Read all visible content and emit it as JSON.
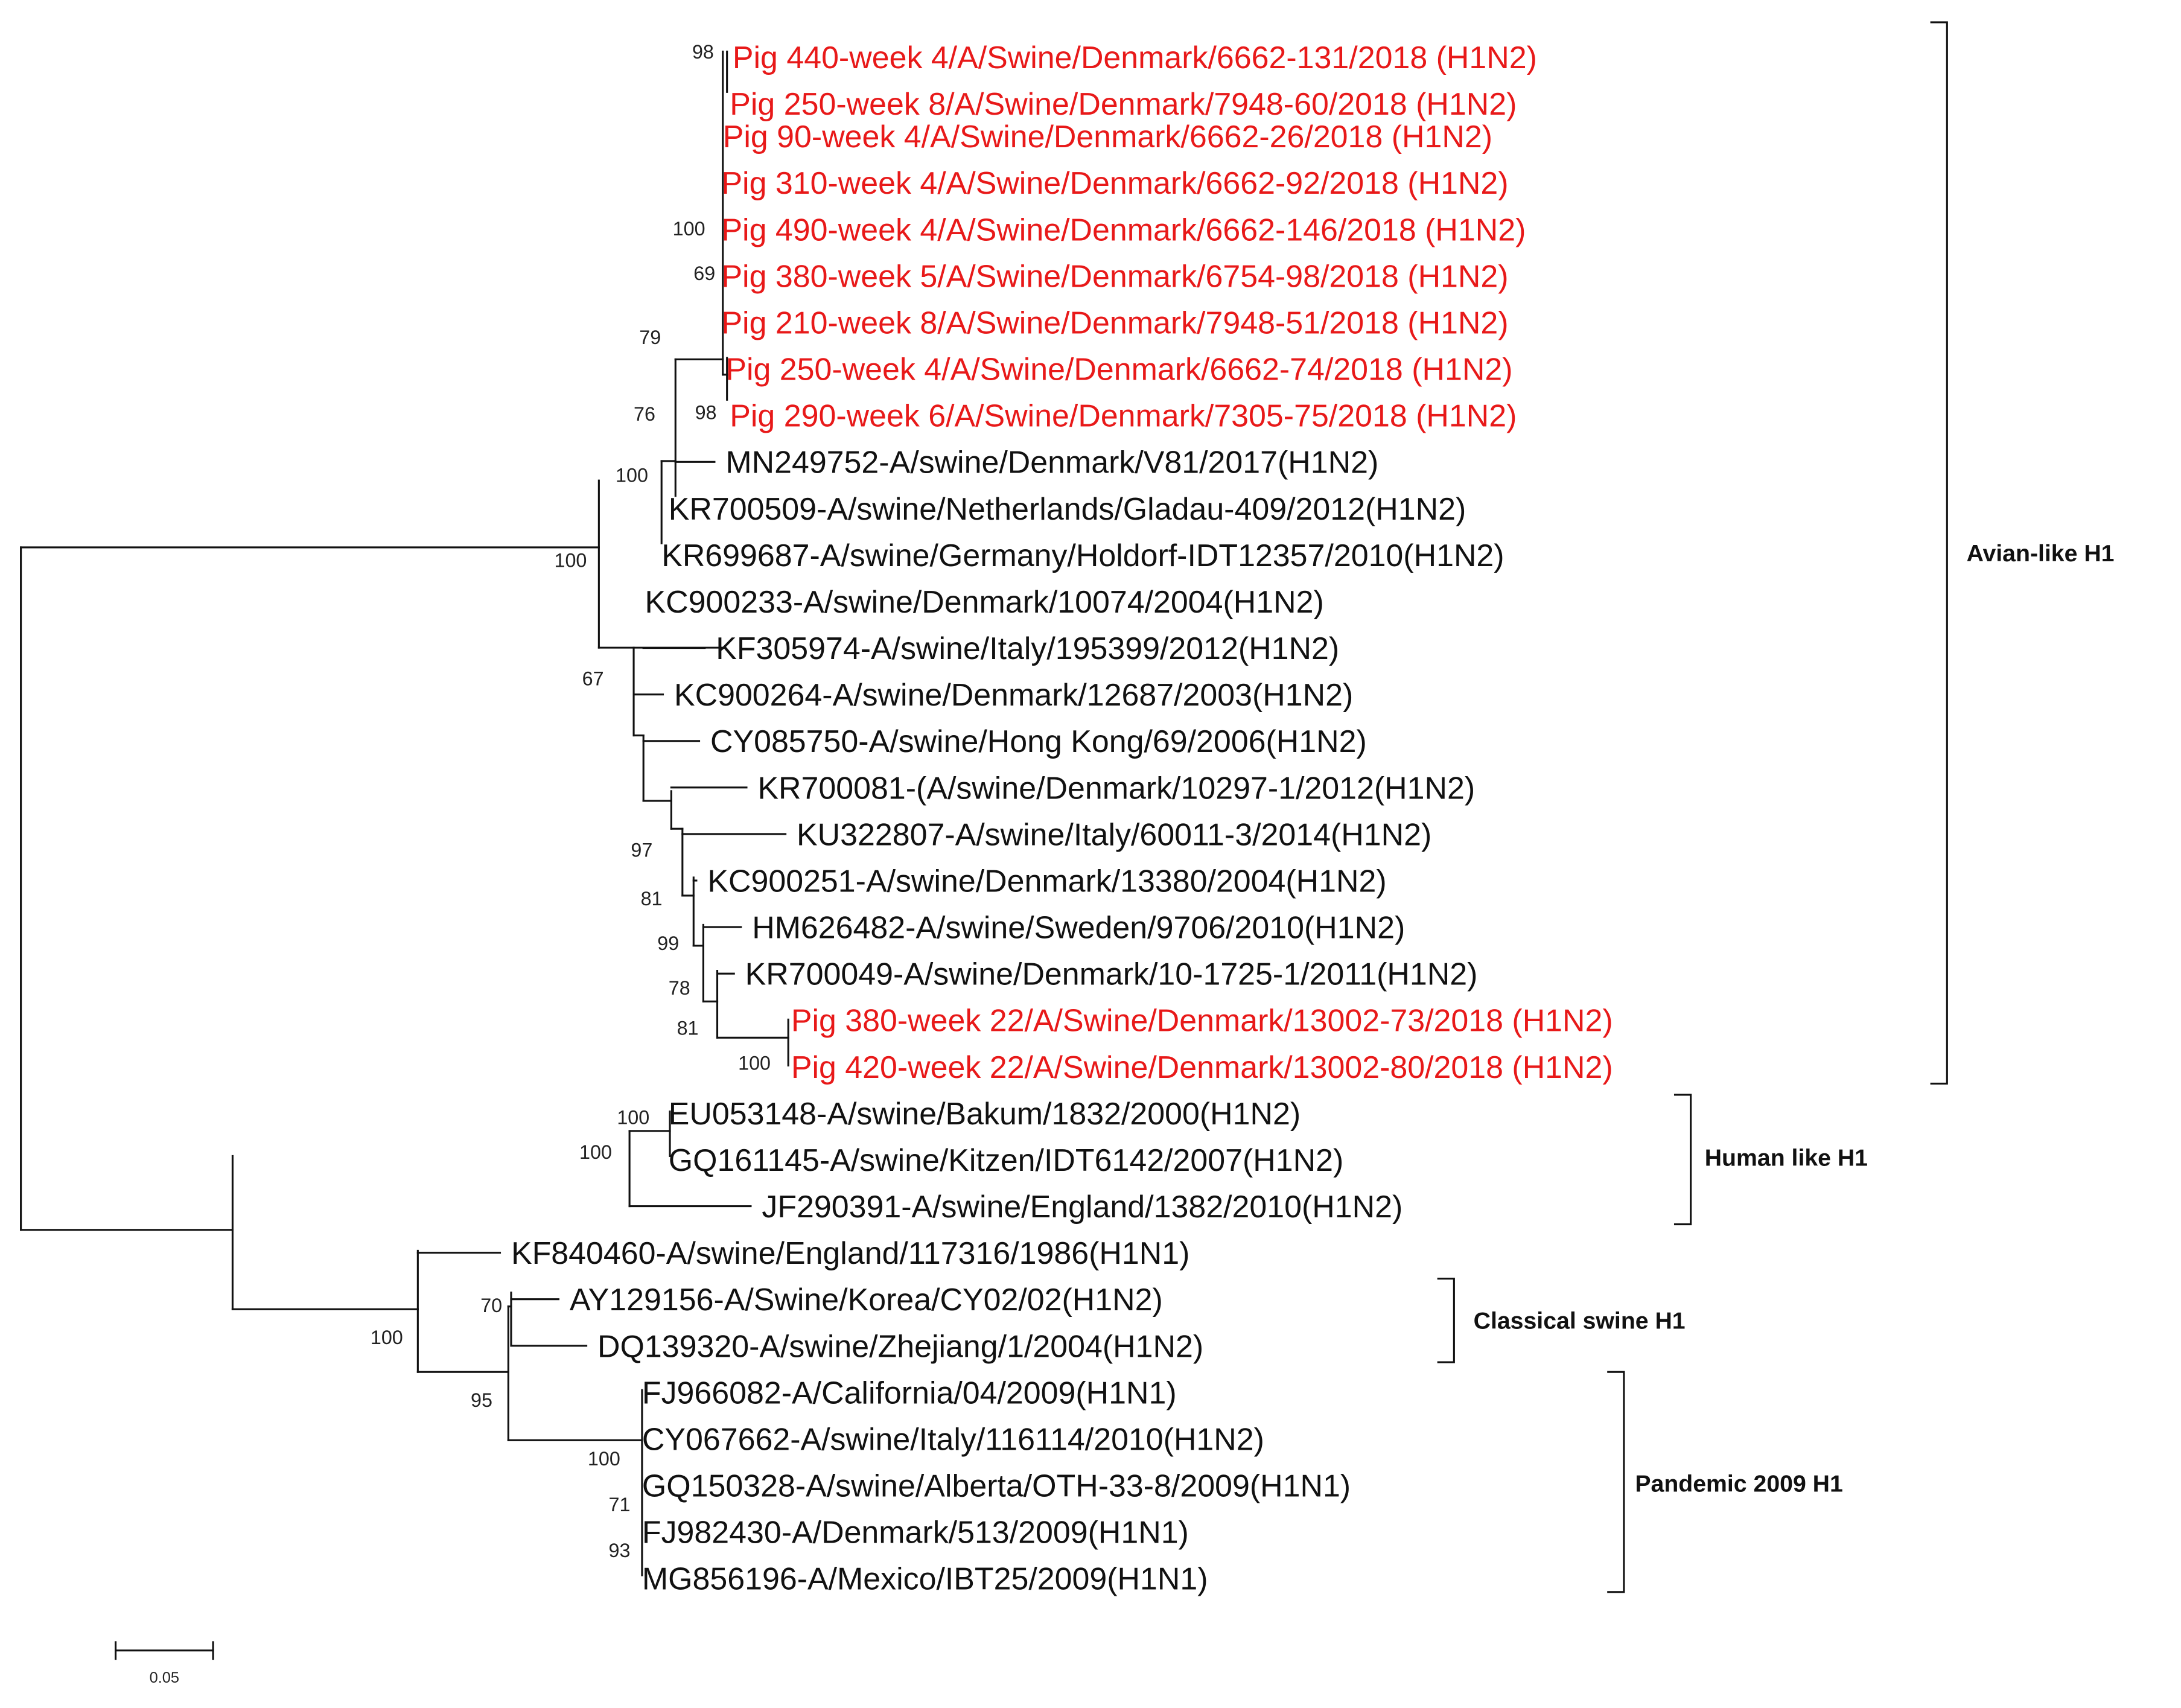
{
  "colors": {
    "sample": "#e81919",
    "reference": "#111111"
  },
  "scale_bar": {
    "label": "0.05"
  },
  "taxa": [
    {
      "label": "Pig 440-week 4/A/Swine/Denmark/6662-131/2018 (H1N2)",
      "sample": true
    },
    {
      "label": "Pig 250-week 8/A/Swine/Denmark/7948-60/2018 (H1N2)",
      "sample": true
    },
    {
      "label": "Pig 90-week 4/A/Swine/Denmark/6662-26/2018 (H1N2)",
      "sample": true
    },
    {
      "label": "Pig 310-week 4/A/Swine/Denmark/6662-92/2018 (H1N2)",
      "sample": true
    },
    {
      "label": "Pig 490-week 4/A/Swine/Denmark/6662-146/2018 (H1N2)",
      "sample": true
    },
    {
      "label": "Pig 380-week 5/A/Swine/Denmark/6754-98/2018 (H1N2)",
      "sample": true
    },
    {
      "label": "Pig 210-week 8/A/Swine/Denmark/7948-51/2018 (H1N2)",
      "sample": true
    },
    {
      "label": "Pig 250-week 4/A/Swine/Denmark/6662-74/2018 (H1N2)",
      "sample": true
    },
    {
      "label": "Pig 290-week 6/A/Swine/Denmark/7305-75/2018 (H1N2)",
      "sample": true
    },
    {
      "label": "MN249752-A/swine/Denmark/V81/2017(H1N2)",
      "sample": false
    },
    {
      "label": "KR700509-A/swine/Netherlands/Gladau-409/2012(H1N2)",
      "sample": false
    },
    {
      "label": "KR699687-A/swine/Germany/Holdorf-IDT12357/2010(H1N2)",
      "sample": false
    },
    {
      "label": "KC900233-A/swine/Denmark/10074/2004(H1N2)",
      "sample": false
    },
    {
      "label": "KF305974-A/swine/Italy/195399/2012(H1N2)",
      "sample": false
    },
    {
      "label": "KC900264-A/swine/Denmark/12687/2003(H1N2)",
      "sample": false
    },
    {
      "label": "CY085750-A/swine/Hong Kong/69/2006(H1N2)",
      "sample": false
    },
    {
      "label": "KR700081-(A/swine/Denmark/10297-1/2012(H1N2)",
      "sample": false
    },
    {
      "label": "KU322807-A/swine/Italy/60011-3/2014(H1N2)",
      "sample": false
    },
    {
      "label": "KC900251-A/swine/Denmark/13380/2004(H1N2)",
      "sample": false
    },
    {
      "label": "HM626482-A/swine/Sweden/9706/2010(H1N2)",
      "sample": false
    },
    {
      "label": "KR700049-A/swine/Denmark/10-1725-1/2011(H1N2)",
      "sample": false
    },
    {
      "label": "Pig 380-week 22/A/Swine/Denmark/13002-73/2018 (H1N2)",
      "sample": true
    },
    {
      "label": "Pig 420-week 22/A/Swine/Denmark/13002-80/2018 (H1N2)",
      "sample": true
    },
    {
      "label": "EU053148-A/swine/Bakum/1832/2000(H1N2)",
      "sample": false
    },
    {
      "label": "GQ161145-A/swine/Kitzen/IDT6142/2007(H1N2)",
      "sample": false
    },
    {
      "label": "JF290391-A/swine/England/1382/2010(H1N2)",
      "sample": false
    },
    {
      "label": "KF840460-A/swine/England/117316/1986(H1N1)",
      "sample": false
    },
    {
      "label": "AY129156-A/Swine/Korea/CY02/02(H1N2)",
      "sample": false
    },
    {
      "label": "DQ139320-A/swine/Zhejiang/1/2004(H1N2)",
      "sample": false
    },
    {
      "label": "FJ966082-A/California/04/2009(H1N1)",
      "sample": false
    },
    {
      "label": "CY067662-A/swine/Italy/116114/2010(H1N2)",
      "sample": false
    },
    {
      "label": "GQ150328-A/swine/Alberta/OTH-33-8/2009(H1N1)",
      "sample": false
    },
    {
      "label": "FJ982430-A/Denmark/513/2009(H1N1)",
      "sample": false
    },
    {
      "label": "MG856196-A/Mexico/IBT25/2009(H1N1)",
      "sample": false
    }
  ],
  "bootstrap": [
    "98",
    "100",
    "69",
    "79",
    "76",
    "98",
    "100",
    "100",
    "67",
    "97",
    "81",
    "99",
    "78",
    "81",
    "100",
    "100",
    "100",
    "100",
    "70",
    "95",
    "100",
    "71",
    "93"
  ],
  "clades": [
    {
      "label": "Avian-like H1"
    },
    {
      "label": "Human like H1"
    },
    {
      "label": "Classical swine H1"
    },
    {
      "label": "Pandemic 2009 H1"
    }
  ]
}
